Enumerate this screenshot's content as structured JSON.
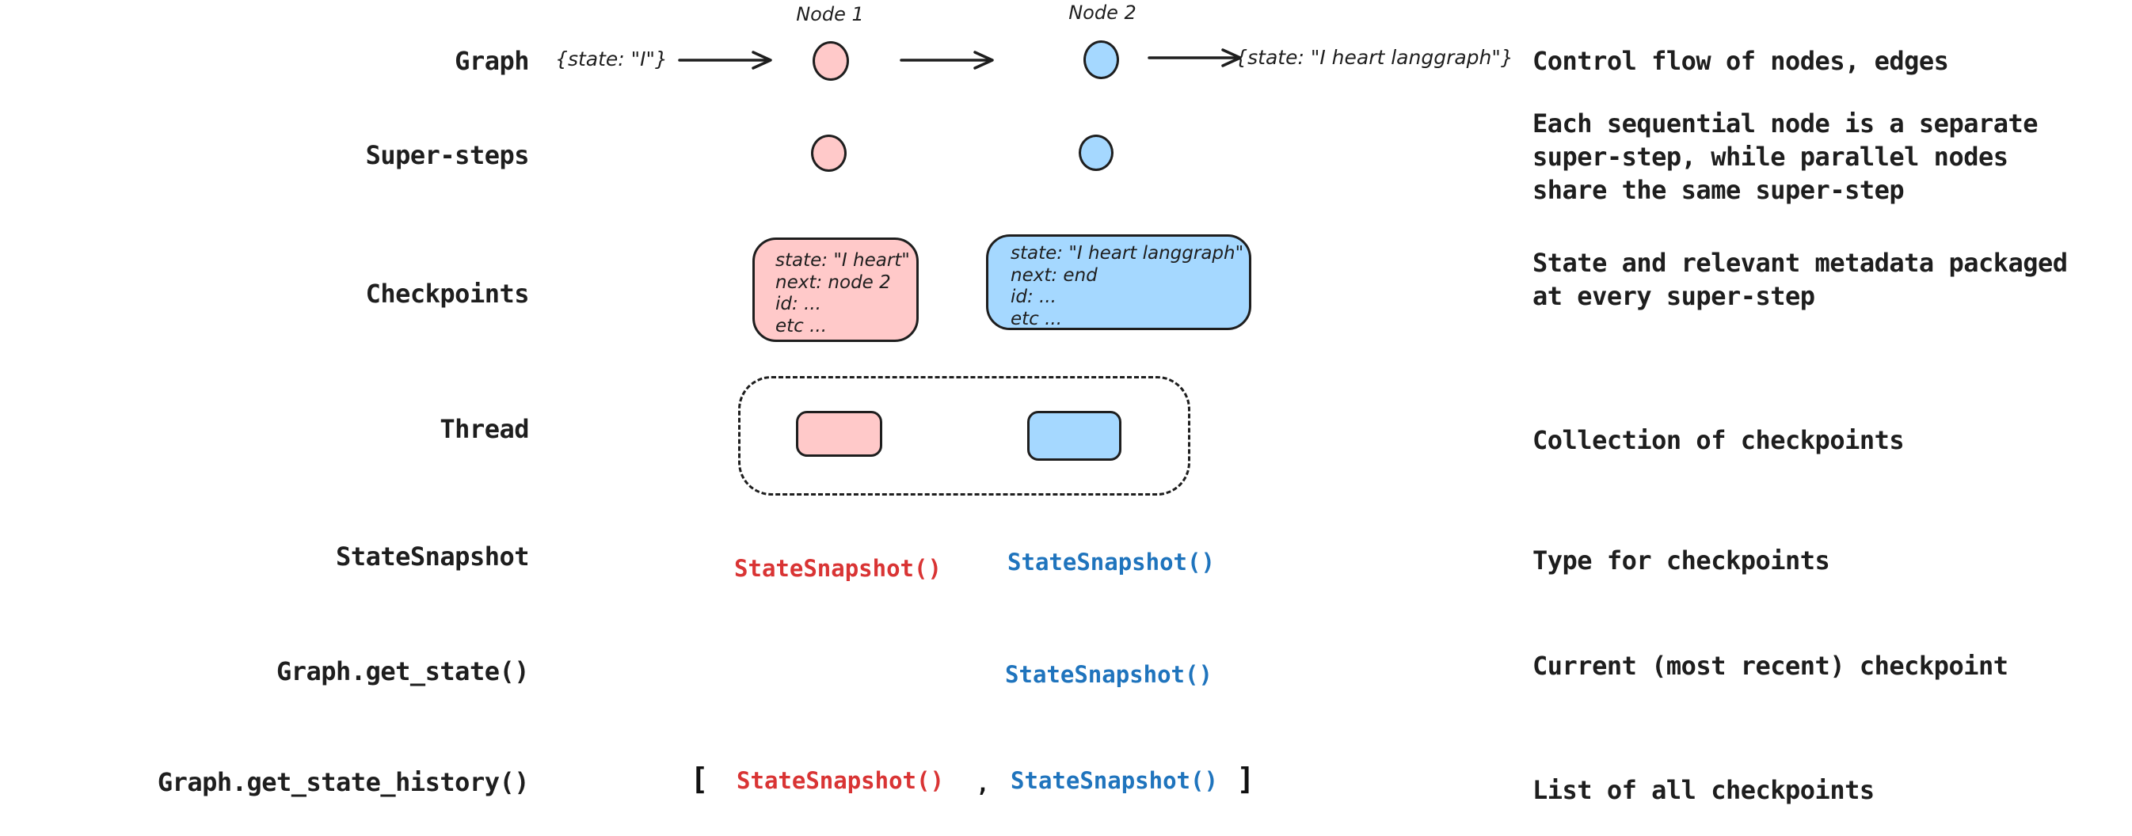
{
  "colors": {
    "ink": "#1e1e1e",
    "pink_fill": "#ffc9c9",
    "blue_fill": "#a5d8ff",
    "red_code": "#d93434",
    "blue_code": "#1f74bd"
  },
  "concepts": [
    {
      "label": "Graph",
      "desc": [
        "Control flow of nodes, edges"
      ]
    },
    {
      "label": "Super-steps",
      "desc": [
        "Each sequential node is a separate",
        "super-step, while parallel nodes",
        "share the same super-step"
      ]
    },
    {
      "label": "Checkpoints",
      "desc": [
        "State and relevant metadata packaged",
        "at every super-step"
      ]
    },
    {
      "label": "Thread",
      "desc": [
        "Collection of checkpoints"
      ]
    },
    {
      "label": "StateSnapshot",
      "desc": [
        "Type for checkpoints"
      ]
    },
    {
      "label": "Graph.get_state()",
      "desc": [
        "Current (most recent) checkpoint"
      ]
    },
    {
      "label": "Graph.get_state_history()",
      "desc": [
        "List of all checkpoints"
      ]
    }
  ],
  "diagram": {
    "node1_label": "Node 1",
    "node2_label": "Node 2",
    "input_state": "{state: \"I\"}",
    "output_state": "{state: \"I heart langgraph\"}",
    "checkpoint_pink": {
      "lines": [
        "state: \"I heart\"",
        "next: node 2",
        "id: ...",
        "etc ..."
      ]
    },
    "checkpoint_blue": {
      "lines": [
        "state: \"I heart langgraph\"",
        "next: end",
        "id: ...",
        "etc ..."
      ]
    },
    "snapshot_label": "StateSnapshot()",
    "history": {
      "open_bracket": "[",
      "comma": ",",
      "close_bracket": "]"
    }
  }
}
